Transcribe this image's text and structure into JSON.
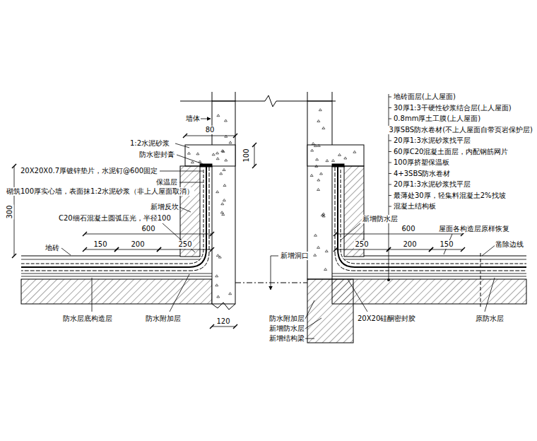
{
  "diagram": {
    "labels": [
      "墙体",
      "80",
      "1:2水泥砂浆",
      "防水密封膏",
      "100",
      "20X20X0.7厚镀锌垫片，水泥钉@600固定",
      "保温层",
      "砌筑100厚实心墙，表面抹1:2水泥砂浆（非上人屋面取消）",
      "新增反坎",
      "300",
      "C20细石混凝土圆弧压光，半径100",
      "600",
      "150",
      "200",
      "250",
      "地砖",
      "防水层底构造层",
      "防水附加层",
      "120",
      "地砖面层(上人屋面)",
      "30厚1:3干硬性砂浆结合层(上人屋面)",
      "0.8mm厚土工膜(上人屋面)",
      "3厚SBS防水卷材(不上人屋面自带页岩保护层)",
      "20厚1:3水泥砂浆找平层",
      "60厚C20混凝土面层，内配钢筋网片",
      "100厚挤塑保温板",
      "4+3SBS防水卷材",
      "20厚1:3水泥砂浆找平层",
      "最薄处30厚，轻集料混凝土2%找坡",
      "混凝土结构板",
      "新增防水层",
      "600",
      "屋面各构造层原样恢复",
      "250",
      "200",
      "150",
      "凿除边线",
      "新增洞口",
      "防水附加层",
      "新增防水层",
      "新增结构梁",
      "20X20硅酮密封胶",
      "原防水层"
    ]
  }
}
